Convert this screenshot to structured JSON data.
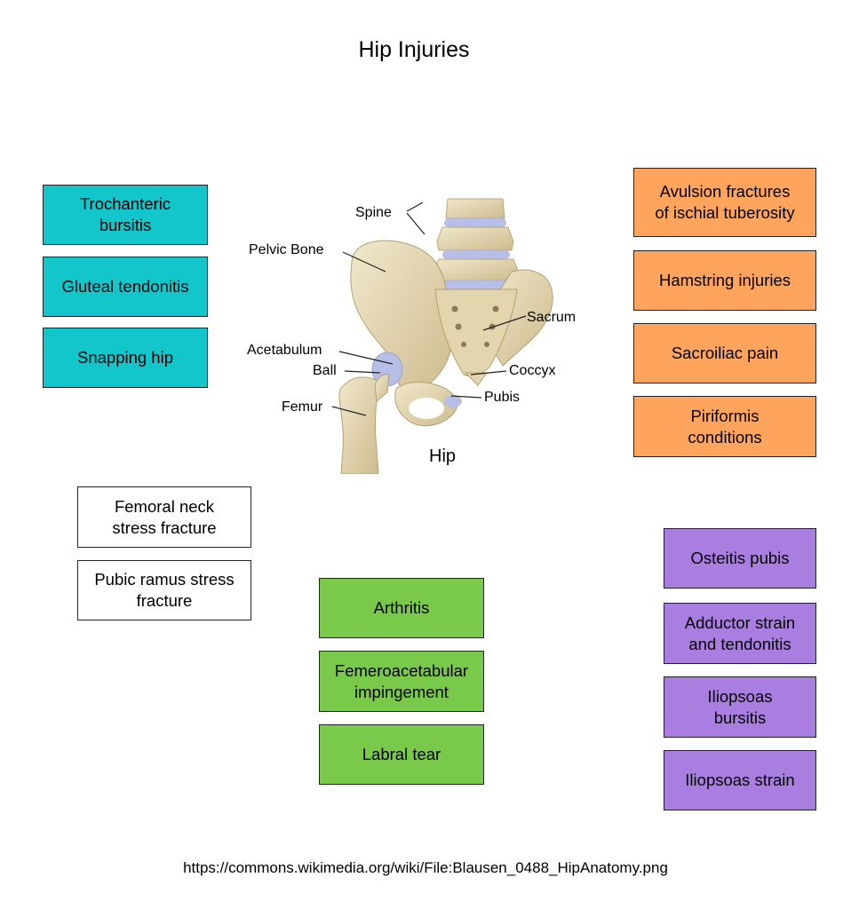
{
  "title": "Hip Injuries",
  "colors": {
    "teal": "#12c6cc",
    "orange": "#ffa45c",
    "purple": "#a97ee0",
    "green": "#79c94a",
    "white": "#ffffff",
    "bone": "#e7dbbb",
    "cartilage": "#b8bfe6"
  },
  "groups": {
    "lateral": [
      "Trochanteric\nbursitis",
      "Gluteal tendonitis",
      "Snapping hip"
    ],
    "posterior": [
      "Avulsion fractures\nof ischial tuberosity",
      "Hamstring injuries",
      "Sacroiliac pain",
      "Piriformis\nconditions"
    ],
    "stress": [
      "Femoral neck\nstress fracture",
      "Pubic ramus stress\nfracture"
    ],
    "intra_articular": [
      "Arthritis",
      "Femeroacetabular\nimpingement",
      "Labral tear"
    ],
    "anterior": [
      "Osteitis pubis",
      "Adductor strain\nand  tendonitis",
      "Iliopsoas\nbursitis",
      "Iliopsoas strain"
    ]
  },
  "figure": {
    "labels": {
      "spine": "Spine",
      "pelvic_bone": "Pelvic Bone",
      "sacrum": "Sacrum",
      "acetabulum": "Acetabulum",
      "ball": "Ball",
      "coccyx": "Coccyx",
      "pubis": "Pubis",
      "femur": "Femur",
      "hip": "Hip"
    }
  },
  "source": "https://commons.wikimedia.org/wiki/File:Blausen_0488_HipAnatomy.png"
}
